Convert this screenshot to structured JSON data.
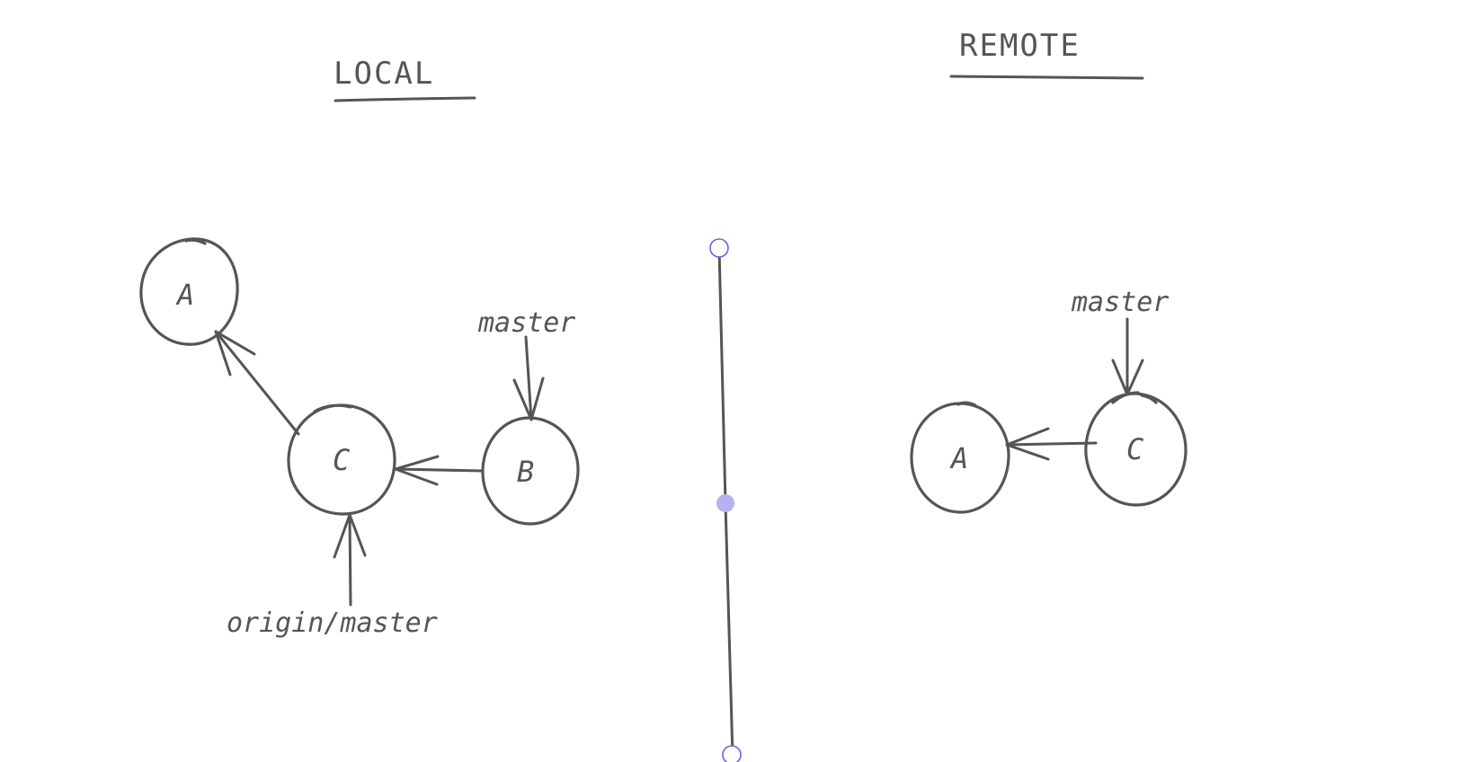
{
  "local": {
    "title": "LOCAL",
    "nodes": {
      "a": "A",
      "c": "C",
      "b": "B"
    },
    "labels": {
      "master": "master",
      "origin_master": "origin/master"
    }
  },
  "remote": {
    "title": "REMOTE",
    "nodes": {
      "a": "A",
      "c": "C"
    },
    "labels": {
      "master": "master"
    }
  },
  "selection": {
    "selected_element": "divider-line",
    "accent_color": "#6965db"
  },
  "colors": {
    "ink": "#555555",
    "background": "#ffffff"
  }
}
